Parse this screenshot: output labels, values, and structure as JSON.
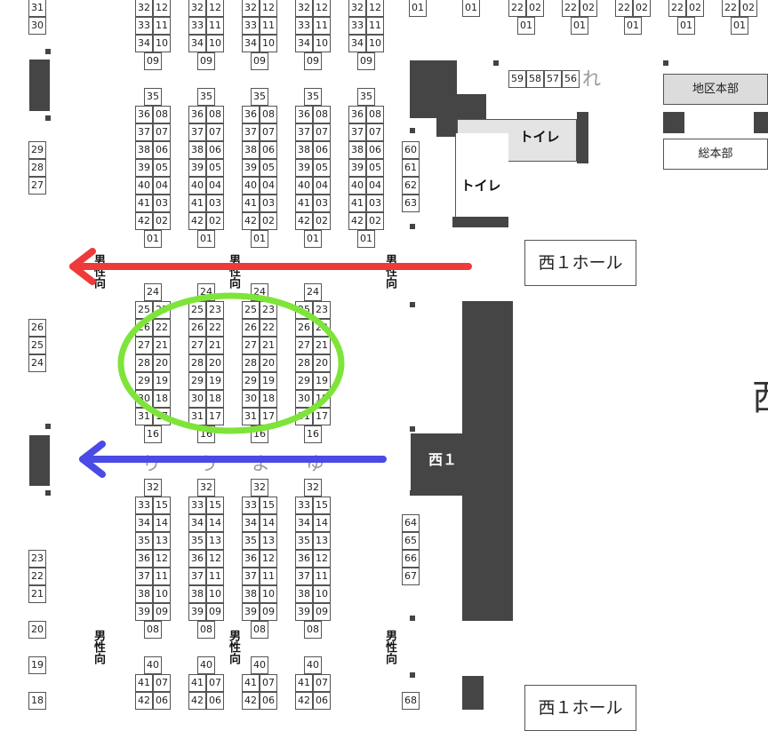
{
  "title": "",
  "hall_labels": {
    "west1_hall": "西１ホール",
    "west1_hall_bottom": "西１ホール",
    "west1_block": "西１",
    "district_hq": "地区本部",
    "main_hq": "総本部",
    "toilet_top": "トイレ",
    "toilet_left": "トイレ",
    "edge_char": "西"
  },
  "block_letters": {
    "re": "れ",
    "ri": "り",
    "u": "う",
    "yo": "よ",
    "yu": "ゆ"
  },
  "direction_labels": {
    "left_top": "男性向",
    "center_top": "男性向",
    "right_top": "男性向",
    "left_bottom": "男性向",
    "center_bottom": "男性向",
    "right_bottom": "男性向"
  },
  "arrows": {
    "red": "#ef3a3a",
    "blue": "#4a4ae6",
    "green_highlight": "#7ee43a"
  },
  "colors": {
    "wall": "#454545",
    "district_hq_fill": "#dcdcdc",
    "toilet_fill": "#e4e4e4"
  },
  "top_partial_columns": {
    "rows": [
      [
        "32",
        "12"
      ],
      [
        "33",
        "11"
      ],
      [
        "34",
        "10"
      ]
    ],
    "tail": "09"
  },
  "upper_block": {
    "head": "35",
    "rows": [
      [
        "36",
        "08"
      ],
      [
        "37",
        "07"
      ],
      [
        "38",
        "06"
      ],
      [
        "39",
        "05"
      ],
      [
        "40",
        "04"
      ],
      [
        "41",
        "03"
      ],
      [
        "42",
        "02"
      ]
    ],
    "tail": "01"
  },
  "middle_block": {
    "head": "24",
    "head_alt": "24",
    "rows": [
      [
        "25",
        "23"
      ],
      [
        "26",
        "22"
      ],
      [
        "27",
        "21"
      ],
      [
        "28",
        "20"
      ],
      [
        "29",
        "19"
      ],
      [
        "30",
        "18"
      ],
      [
        "31",
        "17"
      ]
    ],
    "tail": "16"
  },
  "lower_block": {
    "head": "32",
    "rows": [
      [
        "33",
        "15"
      ],
      [
        "34",
        "14"
      ],
      [
        "35",
        "13"
      ],
      [
        "36",
        "12"
      ],
      [
        "37",
        "11"
      ],
      [
        "38",
        "10"
      ],
      [
        "39",
        "09"
      ]
    ],
    "tail": "08"
  },
  "bottom_block": {
    "head": "40",
    "rows": [
      [
        "41",
        "07"
      ],
      [
        "42",
        "06"
      ]
    ]
  },
  "left_wall_numbers": {
    "top": [
      "31",
      "30"
    ],
    "upper": [
      "29",
      "28",
      "27"
    ],
    "middle": [
      "26",
      "25",
      "24"
    ],
    "lower": [
      "23",
      "22",
      "21"
    ],
    "single_a": "20",
    "single_b": "19",
    "single_c": "18"
  },
  "right_column_numbers": {
    "upper": [
      "60",
      "61",
      "62",
      "63"
    ],
    "lower": [
      "64",
      "65",
      "66",
      "67"
    ],
    "bottom": "68"
  },
  "top_right_cells": {
    "singles": [
      "01",
      "01"
    ],
    "pairs": [
      [
        "22",
        "02"
      ],
      [
        "22",
        "02"
      ],
      [
        "22",
        "02"
      ],
      [
        "22",
        "02"
      ],
      [
        "22",
        "02"
      ]
    ],
    "pair_tail": "01"
  },
  "re_row": [
    "59",
    "58",
    "57",
    "56"
  ]
}
